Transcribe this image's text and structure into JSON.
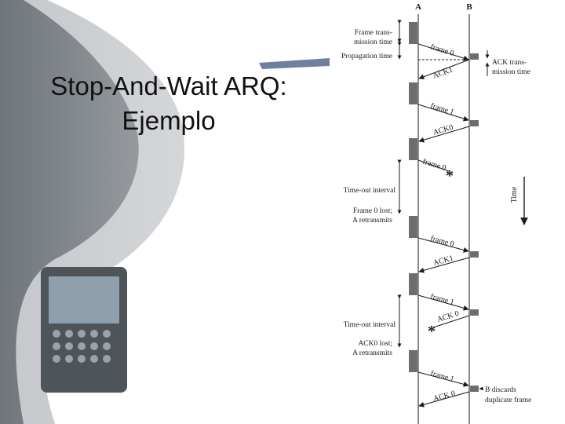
{
  "slide": {
    "title_line1": "Stop-And-Wait ARQ:",
    "title_line2": "Ejemplo"
  },
  "diagram": {
    "station_a": "A",
    "station_b": "B",
    "label_frame_tx_1": "Frame trans-",
    "label_frame_tx_2": "mission time",
    "label_propagation": "Propagation time",
    "label_ack_tx_1": "ACK trans-",
    "label_ack_tx_2": "mission time",
    "label_time": "Time",
    "label_timeout_1": "Time-out interval",
    "label_frame0_lost_1": "Frame 0 lost;",
    "label_frame0_lost_2": "A retransmits",
    "label_timeout_2": "Time-out interval",
    "label_ack0_lost_1": "ACK0 lost;",
    "label_ack0_lost_2": "A retransmits",
    "label_b_discards_1": "B discards",
    "label_b_discards_2": "duplicate frame",
    "msg_frame0_a": "frame 0",
    "msg_ack1_a": "ACK1",
    "msg_frame1_a": "frame 1",
    "msg_ack0_a": "ACK0",
    "msg_frame0_lost": "frame 0",
    "msg_frame0_b": "frame 0",
    "msg_ack1_b": "ACK1",
    "msg_frame1_b": "frame 1",
    "msg_ack0_lost": "ACK 0",
    "msg_frame1_c": "frame 1",
    "msg_ack0_c": "ACK 0",
    "lost_marker": "*"
  },
  "colors": {
    "line": "#1a1a1a",
    "box": "#6d6d6d",
    "background_art": "#8a8f94"
  }
}
